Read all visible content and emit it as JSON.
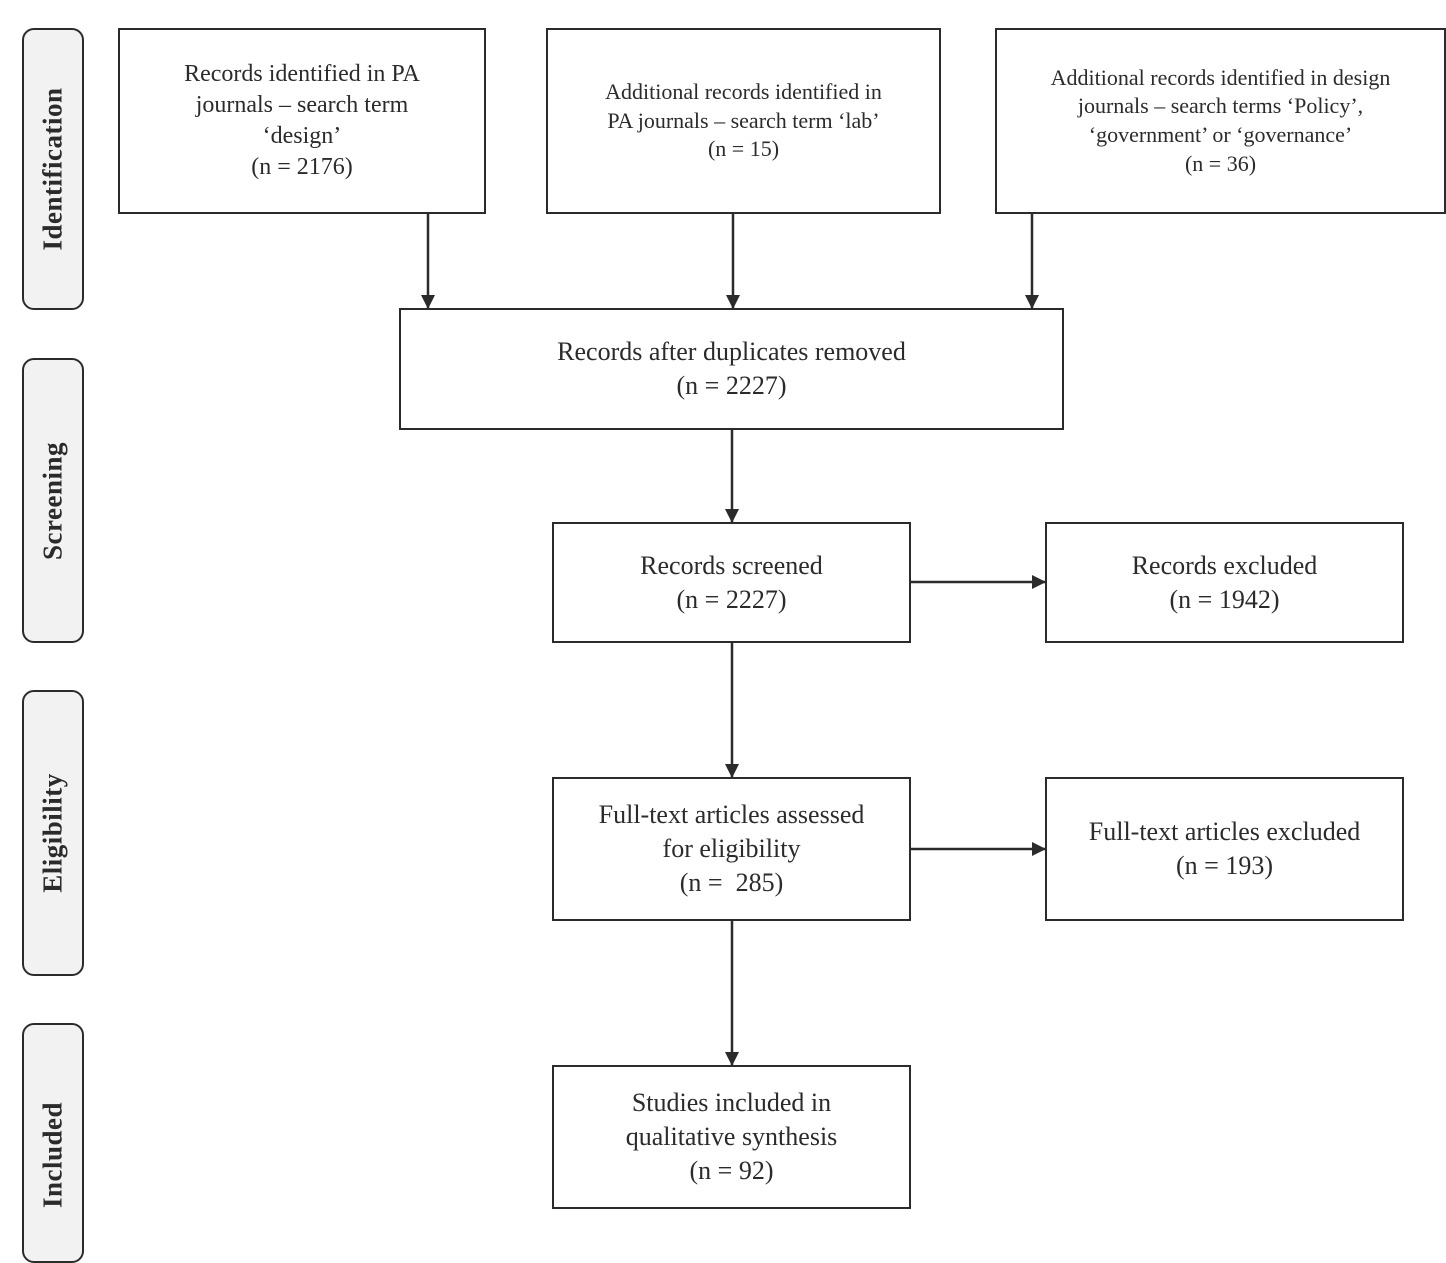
{
  "stages": {
    "identification": "Identification",
    "screening": "Screening",
    "eligibility": "Eligibility",
    "included": "Included"
  },
  "boxes": {
    "pa_design": {
      "label": "Records identified in PA\njournals – search term\n‘design’",
      "count": "(n = 2176)"
    },
    "pa_lab": {
      "label": "Additional records identified in\nPA journals – search term ‘lab’",
      "count": "(n = 15)"
    },
    "design_journals": {
      "label": "Additional records identified in design\njournals – search terms ‘Policy’,\n‘government’ or ‘governance’",
      "count": "(n = 36)"
    },
    "duplicates_removed": {
      "label": "Records after duplicates removed",
      "count": "(n = 2227)"
    },
    "screened": {
      "label": "Records screened",
      "count": "(n = 2227)"
    },
    "excluded": {
      "label": "Records excluded",
      "count": "(n = 1942)"
    },
    "fulltext_assessed": {
      "label": "Full-text articles assessed\nfor eligibility",
      "count": "(n =  285)"
    },
    "fulltext_excluded": {
      "label": "Full-text articles excluded",
      "count": "(n = 193)"
    },
    "included": {
      "label": "Studies included in\nqualitative synthesis",
      "count": "(n = 92)"
    }
  },
  "colors": {
    "line": "#2b2b2b",
    "tab_fill": "#f2f2f2"
  }
}
